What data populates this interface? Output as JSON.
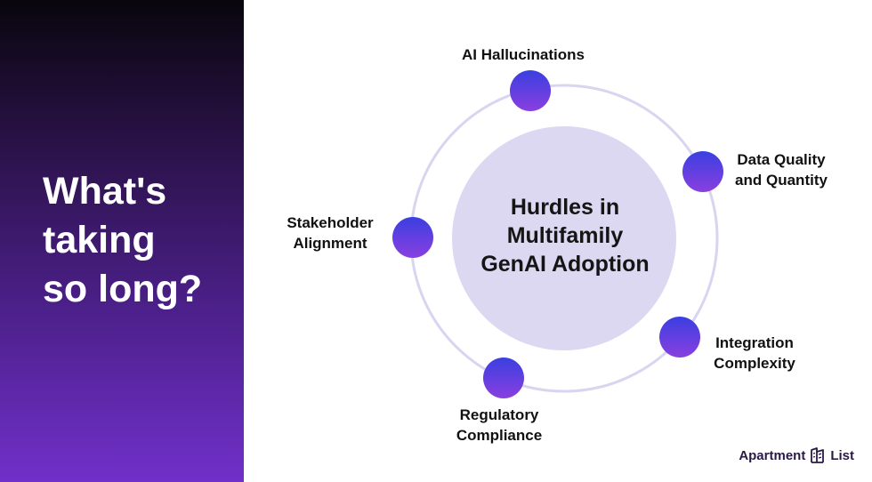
{
  "headline": [
    "What's",
    "taking",
    "so long?"
  ],
  "center": [
    "Hurdles in",
    "Multifamily",
    "GenAI Adoption"
  ],
  "nodes": [
    {
      "lines": [
        "AI Hallucinations"
      ]
    },
    {
      "lines": [
        "Data Quality",
        "and Quantity"
      ]
    },
    {
      "lines": [
        "Integration",
        "Complexity"
      ]
    },
    {
      "lines": [
        "Regulatory",
        "Compliance"
      ]
    },
    {
      "lines": [
        "Stakeholder",
        "Alignment"
      ]
    }
  ],
  "logo": {
    "left_text": "Apartment",
    "right_text": "List"
  },
  "colors": {
    "ring": "#d9d5f0",
    "center_fill": "#dcd8f1",
    "node_top": "#3a3fe0",
    "node_bottom": "#8a3fe0",
    "panel_accent": "#7030c9"
  }
}
